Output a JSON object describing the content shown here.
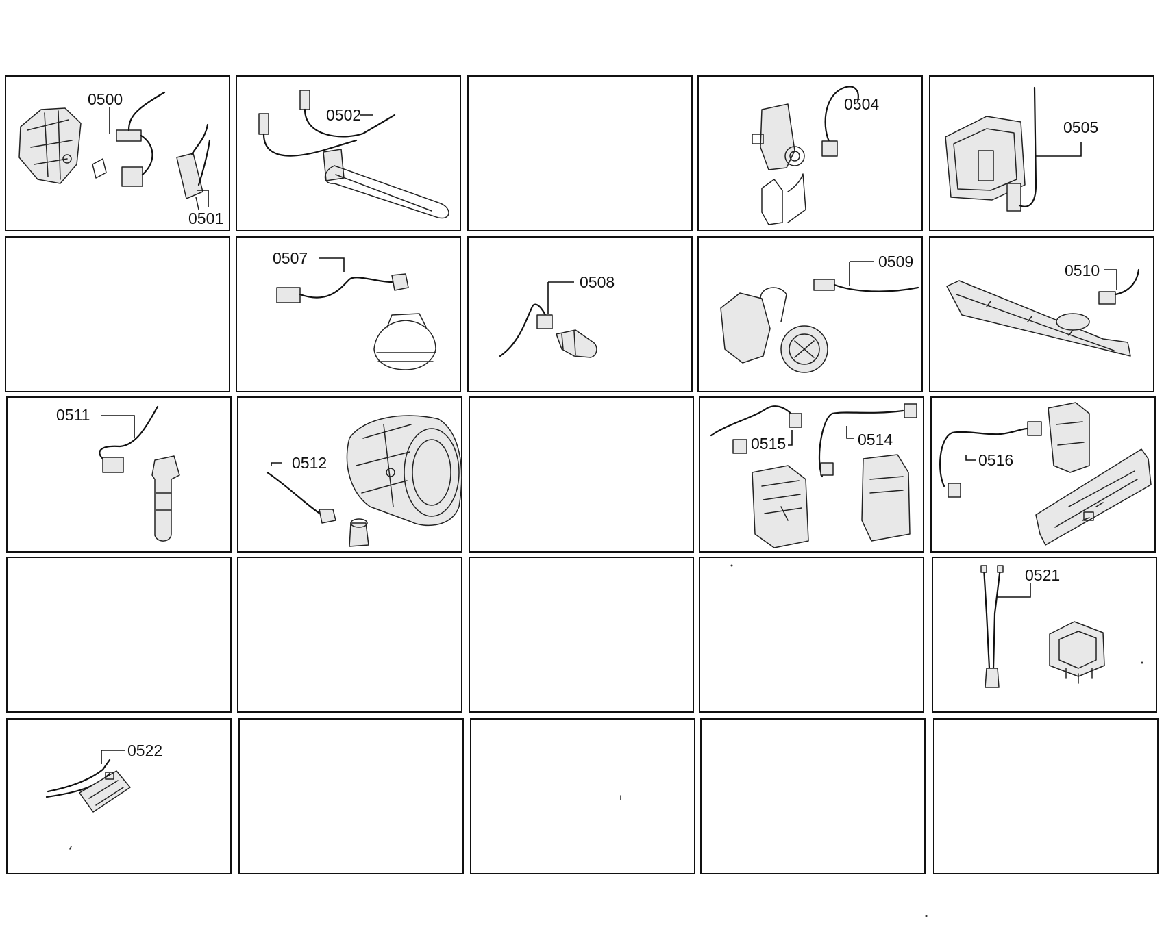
{
  "diagram": {
    "grid": {
      "rows": 5,
      "cols": 5
    },
    "colors": {
      "line": "#111111",
      "background": "#ffffff",
      "part_fill": "#e8e8e8"
    },
    "cells": [
      {
        "id": "r1c1",
        "labels": [
          "0500",
          "0501"
        ],
        "icon": "motor-assembly-icon"
      },
      {
        "id": "r1c2",
        "labels": [
          "0502"
        ],
        "icon": "heating-element-icon"
      },
      {
        "id": "r1c3",
        "labels": []
      },
      {
        "id": "r1c4",
        "labels": [
          "0504"
        ],
        "icon": "door-lock-icon"
      },
      {
        "id": "r1c5",
        "labels": [
          "0505"
        ],
        "icon": "control-module-icon"
      },
      {
        "id": "r2c1",
        "labels": []
      },
      {
        "id": "r2c2",
        "labels": [
          "0507"
        ],
        "icon": "pressure-switch-icon"
      },
      {
        "id": "r2c3",
        "labels": [
          "0508"
        ],
        "icon": "temperature-sensor-icon"
      },
      {
        "id": "r2c4",
        "labels": [
          "0509"
        ],
        "icon": "drain-pump-icon"
      },
      {
        "id": "r2c5",
        "labels": [
          "0510"
        ],
        "icon": "detergent-dispenser-icon"
      },
      {
        "id": "r3c1",
        "labels": [
          "0511"
        ],
        "icon": "sensor-probe-icon"
      },
      {
        "id": "r3c2",
        "labels": [
          "0512"
        ],
        "icon": "wash-tub-icon"
      },
      {
        "id": "r3c3",
        "labels": []
      },
      {
        "id": "r3c4",
        "labels": [
          "0515",
          "0514"
        ],
        "icon": "electronic-module-icon"
      },
      {
        "id": "r3c5",
        "labels": [
          "0516"
        ],
        "icon": "circuit-board-icon"
      },
      {
        "id": "r4c1",
        "labels": []
      },
      {
        "id": "r4c2",
        "labels": []
      },
      {
        "id": "r4c3",
        "labels": []
      },
      {
        "id": "r4c4",
        "labels": []
      },
      {
        "id": "r4c5",
        "labels": [
          "0521"
        ],
        "icon": "power-switch-icon"
      },
      {
        "id": "r5c1",
        "labels": [
          "0522"
        ],
        "icon": "small-pcb-icon"
      },
      {
        "id": "r5c2",
        "labels": []
      },
      {
        "id": "r5c3",
        "labels": []
      },
      {
        "id": "r5c4",
        "labels": []
      },
      {
        "id": "r5c5",
        "labels": []
      }
    ]
  }
}
